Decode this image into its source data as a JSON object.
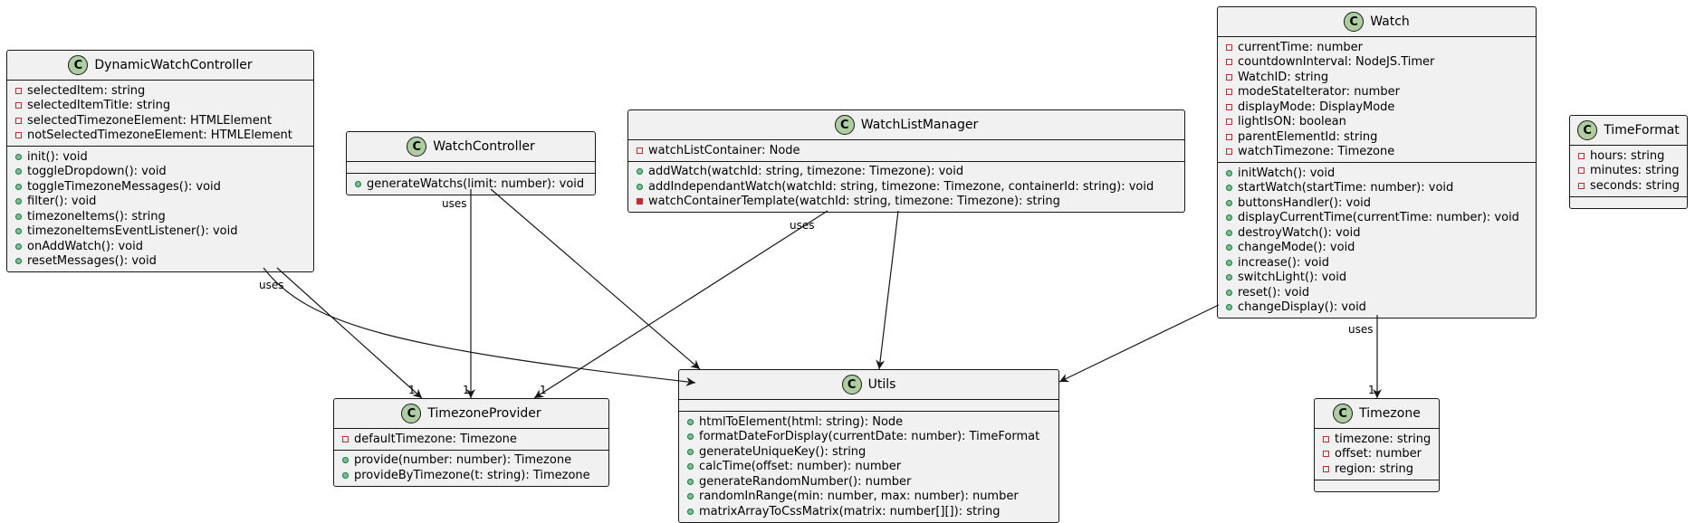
{
  "classes": [
    {
      "id": "DynamicWatchController",
      "name": "DynamicWatchController",
      "badge": "C",
      "fields": [
        {
          "vis": "-",
          "text": "selectedItem: string"
        },
        {
          "vis": "-",
          "text": "selectedItemTitle: string"
        },
        {
          "vis": "-",
          "text": "selectedTimezoneElement: HTMLElement"
        },
        {
          "vis": "-",
          "text": "notSelectedTimezoneElement: HTMLElement"
        }
      ],
      "methods": [
        {
          "vis": "+",
          "text": "init(): void"
        },
        {
          "vis": "+",
          "text": "toggleDropdown(): void"
        },
        {
          "vis": "+",
          "text": "toggleTimezoneMessages(): void"
        },
        {
          "vis": "+",
          "text": "filter(): void"
        },
        {
          "vis": "+",
          "text": "timezoneItems(): string"
        },
        {
          "vis": "+",
          "text": "timezoneItemsEventListener(): void"
        },
        {
          "vis": "+",
          "text": "onAddWatch(): void"
        },
        {
          "vis": "+",
          "text": "resetMessages(): void"
        }
      ]
    },
    {
      "id": "WatchController",
      "name": "WatchController",
      "badge": "C",
      "fields": [],
      "methods": [
        {
          "vis": "+",
          "text": "generateWatchs(limit: number): void"
        }
      ]
    },
    {
      "id": "WatchListManager",
      "name": "WatchListManager",
      "badge": "C",
      "fields": [
        {
          "vis": "-",
          "text": "watchListContainer: Node"
        }
      ],
      "methods": [
        {
          "vis": "+",
          "text": "addWatch(watchId: string, timezone: Timezone): void"
        },
        {
          "vis": "+",
          "text": "addIndependantWatch(watchId: string, timezone: Timezone, containerId: string): void"
        },
        {
          "vis": "-m",
          "text": "watchContainerTemplate(watchId: string, timezone: Timezone): string"
        }
      ]
    },
    {
      "id": "Watch",
      "name": "Watch",
      "badge": "C",
      "fields": [
        {
          "vis": "-",
          "text": "currentTime: number"
        },
        {
          "vis": "-",
          "text": "countdownInterval: NodeJS.Timer"
        },
        {
          "vis": "-",
          "text": "WatchID: string"
        },
        {
          "vis": "-",
          "text": "modeStateIterator: number"
        },
        {
          "vis": "-",
          "text": "displayMode: DisplayMode"
        },
        {
          "vis": "-",
          "text": "lightIsON: boolean"
        },
        {
          "vis": "-",
          "text": "parentElementId: string"
        },
        {
          "vis": "-",
          "text": "watchTimezone: Timezone"
        }
      ],
      "methods": [
        {
          "vis": "+",
          "text": "initWatch(): void"
        },
        {
          "vis": "+",
          "text": "startWatch(startTime: number): void"
        },
        {
          "vis": "+",
          "text": "buttonsHandler(): void"
        },
        {
          "vis": "+",
          "text": "displayCurrentTime(currentTime: number): void"
        },
        {
          "vis": "+",
          "text": "destroyWatch(): void"
        },
        {
          "vis": "+",
          "text": "changeMode(): void"
        },
        {
          "vis": "+",
          "text": "increase(): void"
        },
        {
          "vis": "+",
          "text": "switchLight(): void"
        },
        {
          "vis": "+",
          "text": "reset(): void"
        },
        {
          "vis": "+",
          "text": "changeDisplay(): void"
        }
      ]
    },
    {
      "id": "TimeFormat",
      "name": "TimeFormat",
      "badge": "C",
      "fields": [
        {
          "vis": "-",
          "text": "hours: string"
        },
        {
          "vis": "-",
          "text": "minutes: string"
        },
        {
          "vis": "-",
          "text": "seconds: string"
        }
      ],
      "methods": []
    },
    {
      "id": "TimezoneProvider",
      "name": "TimezoneProvider",
      "badge": "C",
      "fields": [
        {
          "vis": "-",
          "text": "defaultTimezone: Timezone"
        }
      ],
      "methods": [
        {
          "vis": "+",
          "text": "provide(number: number): Timezone"
        },
        {
          "vis": "+",
          "text": "provideByTimezone(t: string): Timezone"
        }
      ]
    },
    {
      "id": "Utils",
      "name": "Utils",
      "badge": "C",
      "fields": [],
      "methods": [
        {
          "vis": "+",
          "text": "htmlToElement(html: string): Node"
        },
        {
          "vis": "+",
          "text": "formatDateForDisplay(currentDate: number): TimeFormat"
        },
        {
          "vis": "+",
          "text": "generateUniqueKey(): string"
        },
        {
          "vis": "+",
          "text": "calcTime(offset: number): number"
        },
        {
          "vis": "+",
          "text": "generateRandomNumber(): number"
        },
        {
          "vis": "+",
          "text": "randomInRange(min: number, max: number): number"
        },
        {
          "vis": "+",
          "text": "matrixArrayToCssMatrix(matrix: number[][]): string"
        }
      ]
    },
    {
      "id": "Timezone",
      "name": "Timezone",
      "badge": "C",
      "fields": [
        {
          "vis": "-",
          "text": "timezone: string"
        },
        {
          "vis": "-",
          "text": "offset: number"
        },
        {
          "vis": "-",
          "text": "region: string"
        }
      ],
      "methods": []
    }
  ],
  "edge_labels": {
    "dwc_uses": "uses",
    "dwc_mult": "1",
    "wc_uses": "uses",
    "wc_mult": "1",
    "wlm_uses": "uses",
    "wlm_mult": "1",
    "watch_uses": "uses",
    "watch_mult": "1"
  }
}
